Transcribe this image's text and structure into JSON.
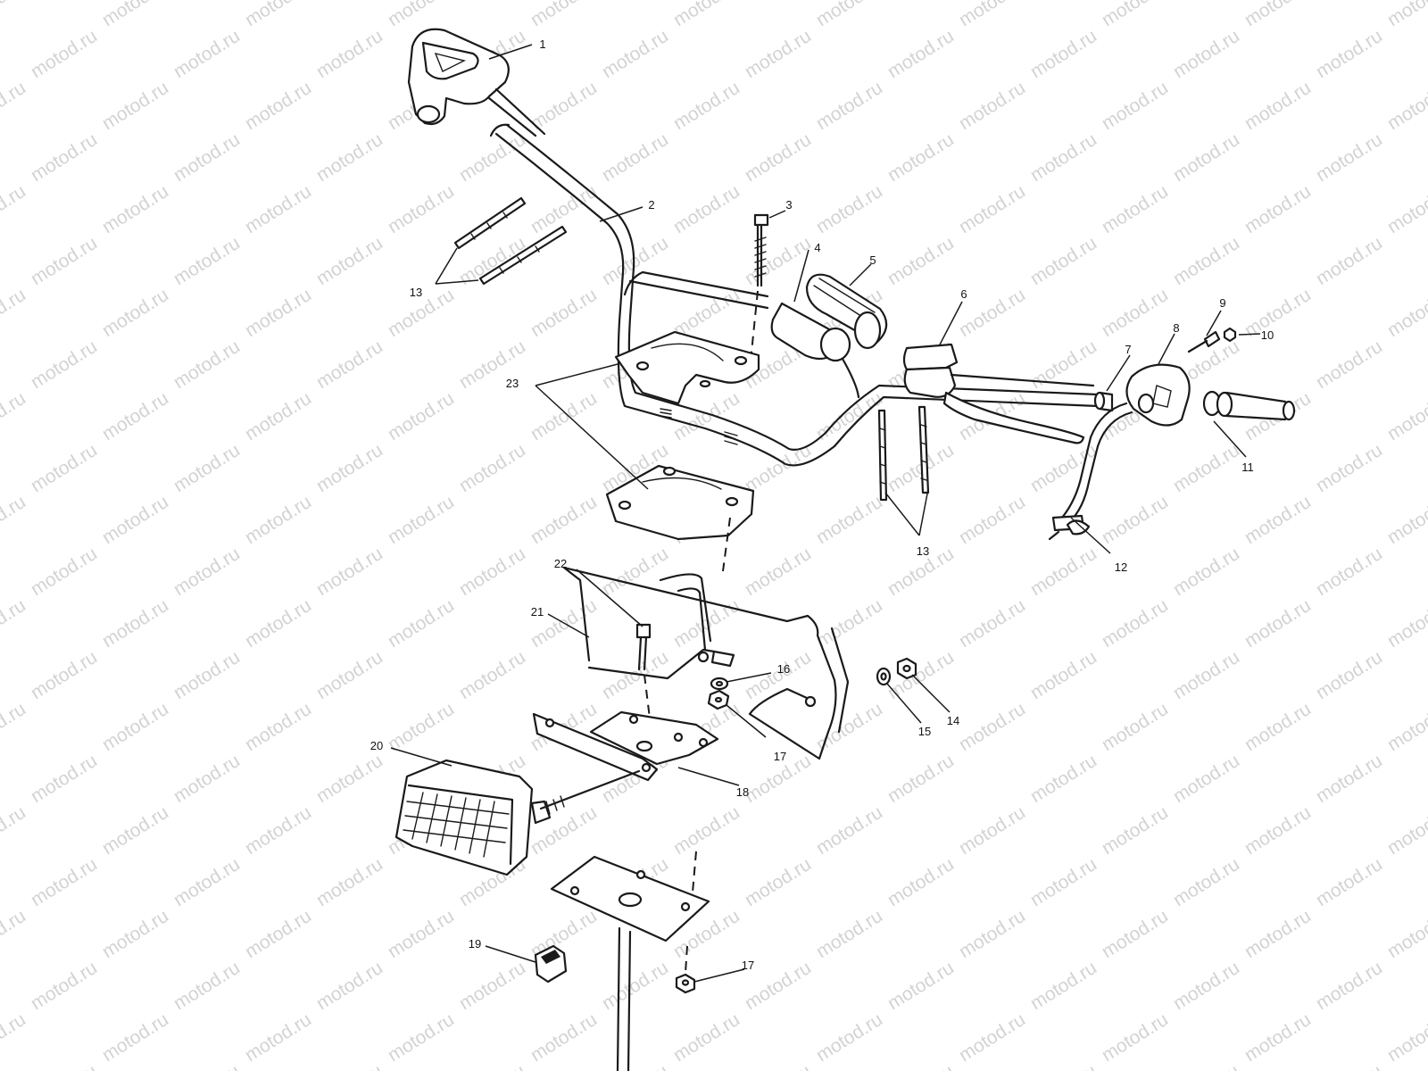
{
  "watermark": {
    "text": "motod.ru",
    "color": "#d3d3d3"
  },
  "diagram": {
    "type": "exploded-parts-diagram",
    "callouts": [
      "1",
      "2",
      "3",
      "4",
      "5",
      "6",
      "7",
      "8",
      "9",
      "10",
      "11",
      "12",
      "13",
      "13",
      "14",
      "15",
      "16",
      "17",
      "17",
      "18",
      "19",
      "20",
      "21",
      "22",
      "23"
    ]
  },
  "parts": {
    "throttle_housing": "1",
    "handlebar": "2",
    "bolt": "3",
    "switch_housing": "4",
    "pad_sleeve": "5",
    "master_cylinder": "6",
    "end_cap": "7",
    "brake_housing": "8",
    "screw": "9",
    "nut_small": "10",
    "grip": "11",
    "cable_tie": "12",
    "tie_strap_upper": "13",
    "tie_strap_lower": "13",
    "nut_right": "14",
    "washer_right": "15",
    "washer_center": "16",
    "nut_center": "17",
    "nut_bottom": "17",
    "light_bracket": "18",
    "clip": "19",
    "headlight": "20",
    "guard_frame": "21",
    "frame_bolt": "22",
    "handlebar_clamps": "23"
  }
}
